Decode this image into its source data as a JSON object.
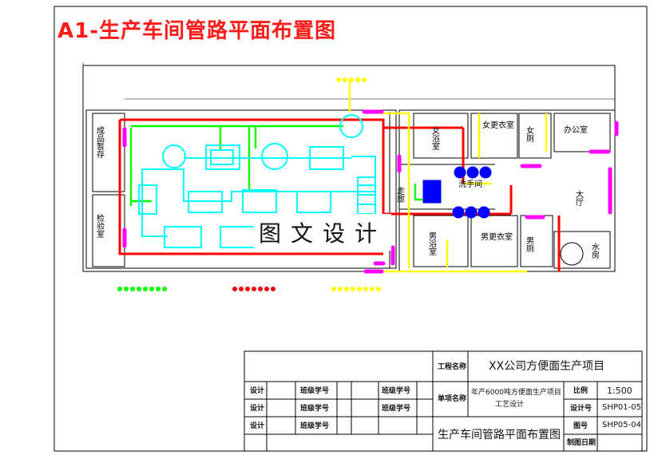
{
  "drawing": {
    "title": "A1-生产车间管路平面布置图",
    "watermark": "图文设计"
  },
  "rooms": {
    "finished_storage": "成品暂存",
    "entrance": "检验室",
    "female_bath": "女浴室",
    "female_change": "女更衣室",
    "female_toilet": "女厕",
    "office": "办公室",
    "washroom": "洗手间",
    "hall": "大厅",
    "male_bath": "男浴室",
    "male_change": "男更衣室",
    "male_toilet": "男厕",
    "pump_room": "水房",
    "middle_left": "走廊",
    "upper_small": "洗手间"
  },
  "title_block": {
    "project_label": "工程名称",
    "project_name": "XX公司方便面生产项目",
    "design_label_1": "设计",
    "design_label_2": "设计",
    "design_label_3": "设计",
    "class_no_1": "班级学号",
    "class_no_2": "班级学号",
    "class_no_3": "班级学号",
    "class_no_4": "班级学号",
    "class_no_5": "班级学号",
    "unit_label": "单项名称",
    "unit_name_line1": "年产6000吨方便面生产项目",
    "unit_name_line2": "工艺设计",
    "scale_label": "比例",
    "scale_value": "1:500",
    "design_no_label": "设计号",
    "design_no_value": "SHP01-05",
    "drawing_no_label": "图号",
    "drawing_no_value": "SHP05-04",
    "date_label": "制图日期",
    "drawing_name": "生产车间管路平面布置图"
  },
  "colors": {
    "steam": "#ff0000",
    "water": "#00ff00",
    "air": "#ffff00",
    "drain": "#ff00ff",
    "equipment": "#00ffff",
    "tank": "#0000ff"
  }
}
